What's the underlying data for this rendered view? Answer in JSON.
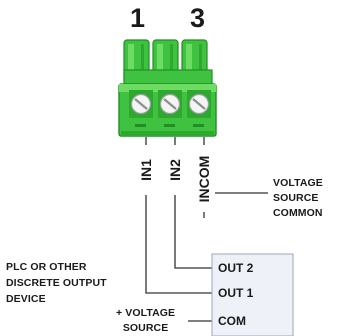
{
  "pin_numbers": [
    "1",
    "3"
  ],
  "terminal_labels": [
    "IN1",
    "IN2",
    "INCOM"
  ],
  "notes": {
    "voltage_common": [
      "VOLTAGE",
      "SOURCE",
      "COMMON"
    ],
    "device": [
      "PLC OR OTHER",
      "DISCRETE OUTPUT",
      "DEVICE"
    ],
    "plus_voltage": [
      "+ VOLTAGE",
      "SOURCE"
    ]
  },
  "device_terminals": [
    "OUT 2",
    "OUT 1",
    "COM"
  ],
  "colors": {
    "connector_green": "#3fc23f",
    "connector_dark": "#1f8f24",
    "connector_light": "#6ddc62",
    "device_box": "#eef1f8",
    "wire": "#333333"
  }
}
